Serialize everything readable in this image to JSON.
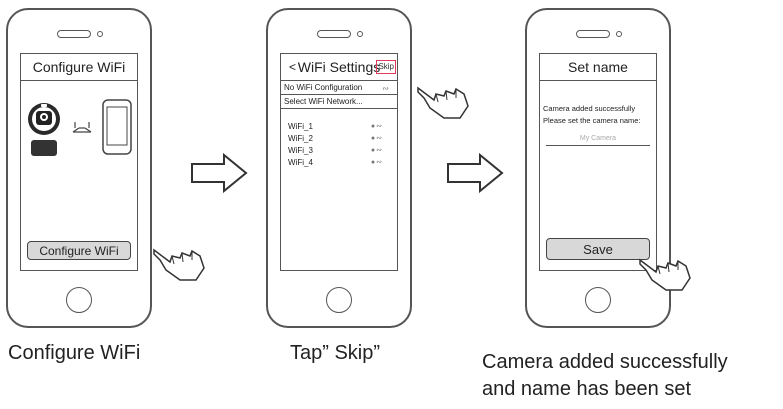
{
  "colors": {
    "outline": "#555555",
    "button_fill": "#d8d8d8",
    "skip_highlight": "#e23a5a"
  },
  "step1": {
    "screen_title": "Configure WiFi",
    "button_label": "Configure WiFi",
    "caption": "Configure WiFi"
  },
  "step2": {
    "back_glyph": "<",
    "screen_title": "WiFi Settings",
    "skip_label": "Skip",
    "rows": {
      "no_config": "No WiFi Configuration",
      "select_network": "Select WiFi Network..."
    },
    "networks": [
      "WiFi_1",
      "WiFi_2",
      "WiFi_3",
      "WiFi_4"
    ],
    "caption": "Tap” Skip”"
  },
  "step3": {
    "screen_title": "Set name",
    "message1": "Camera added successfully",
    "message2": "Please set the camera name:",
    "name_placeholder": "My Camera",
    "save_label": "Save",
    "caption_line1": "Camera added successfully",
    "caption_line2": "and name has been set"
  }
}
